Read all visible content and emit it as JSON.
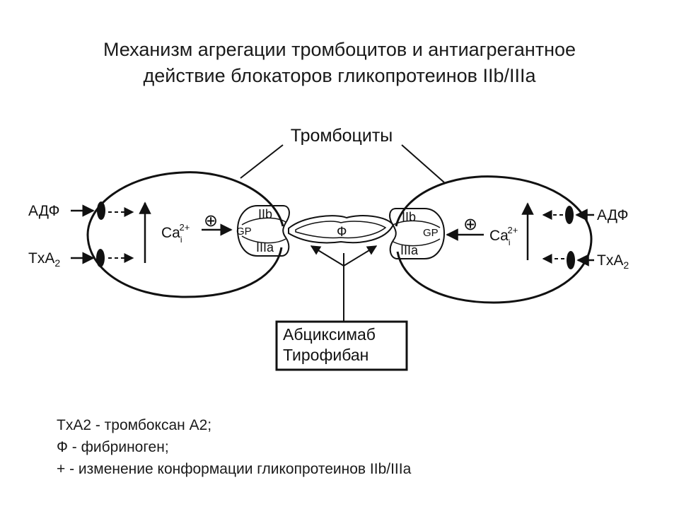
{
  "title": {
    "line1": "Механизм агрегации тромбоцитов и антиагрегантное",
    "line2": "действие блокаторов гликопротеинов IIb/IIIa"
  },
  "diagram": {
    "platelets_label": "Тромбоциты",
    "left": {
      "adf": "АДФ",
      "txa_base": "TxA",
      "txa_sub": "2",
      "ca_base": "Ca",
      "ca_sub": "i",
      "ca_sup": "2+",
      "plus": "⊕",
      "iib": "IIb",
      "gp": "GP",
      "iiia": "IIIa"
    },
    "right": {
      "adf": "АДФ",
      "txa_base": "TxA",
      "txa_sub": "2",
      "ca_base": "Ca",
      "ca_sub": "i",
      "ca_sup": "2+",
      "plus": "⊕",
      "iib": "IIb",
      "gp": "GP",
      "iiia": "IIIa"
    },
    "fibrinogen": "Ф",
    "drugs": [
      "Абциксимаб",
      "Тирофибан"
    ]
  },
  "legend": [
    "TxA2 - тромбоксан A2;",
    "Ф - фибриноген;",
    "+ - изменение конформации гликопротеинов IIb/IIIa"
  ]
}
